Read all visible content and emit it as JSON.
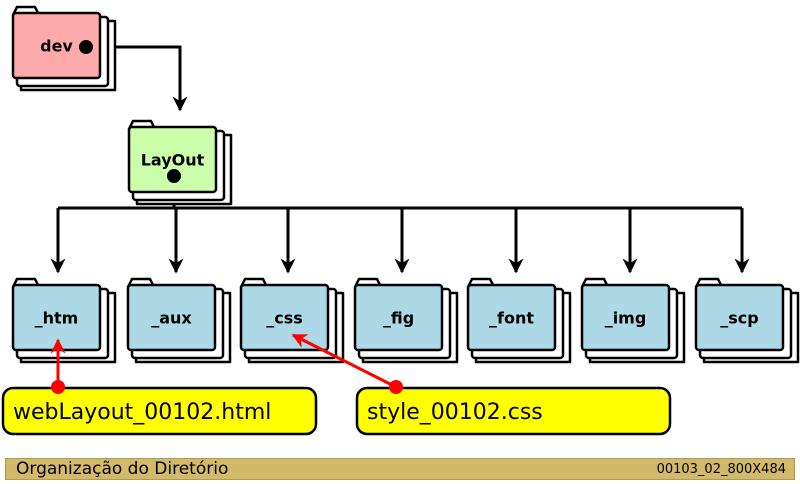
{
  "root_folder": {
    "label": "dev",
    "color": "#ffaaaa"
  },
  "layout_folder": {
    "label": "LayOut",
    "color": "#ccffaa"
  },
  "subfolders": [
    {
      "label": "_htm"
    },
    {
      "label": "_aux"
    },
    {
      "label": "_css"
    },
    {
      "label": "_fig"
    },
    {
      "label": "_font"
    },
    {
      "label": "_img"
    },
    {
      "label": "_scp"
    }
  ],
  "subfolder_color": "#add8e6",
  "files": [
    {
      "label": "webLayout_00102.html",
      "folder": "_htm"
    },
    {
      "label": "style_00102.css",
      "folder": "_css"
    }
  ],
  "file_color": "#ffff00",
  "connector_color": "#000000",
  "file_link_color": "#ff0000",
  "footer": {
    "title": "Organização do Diretório",
    "code": "00103_02_800X484"
  }
}
